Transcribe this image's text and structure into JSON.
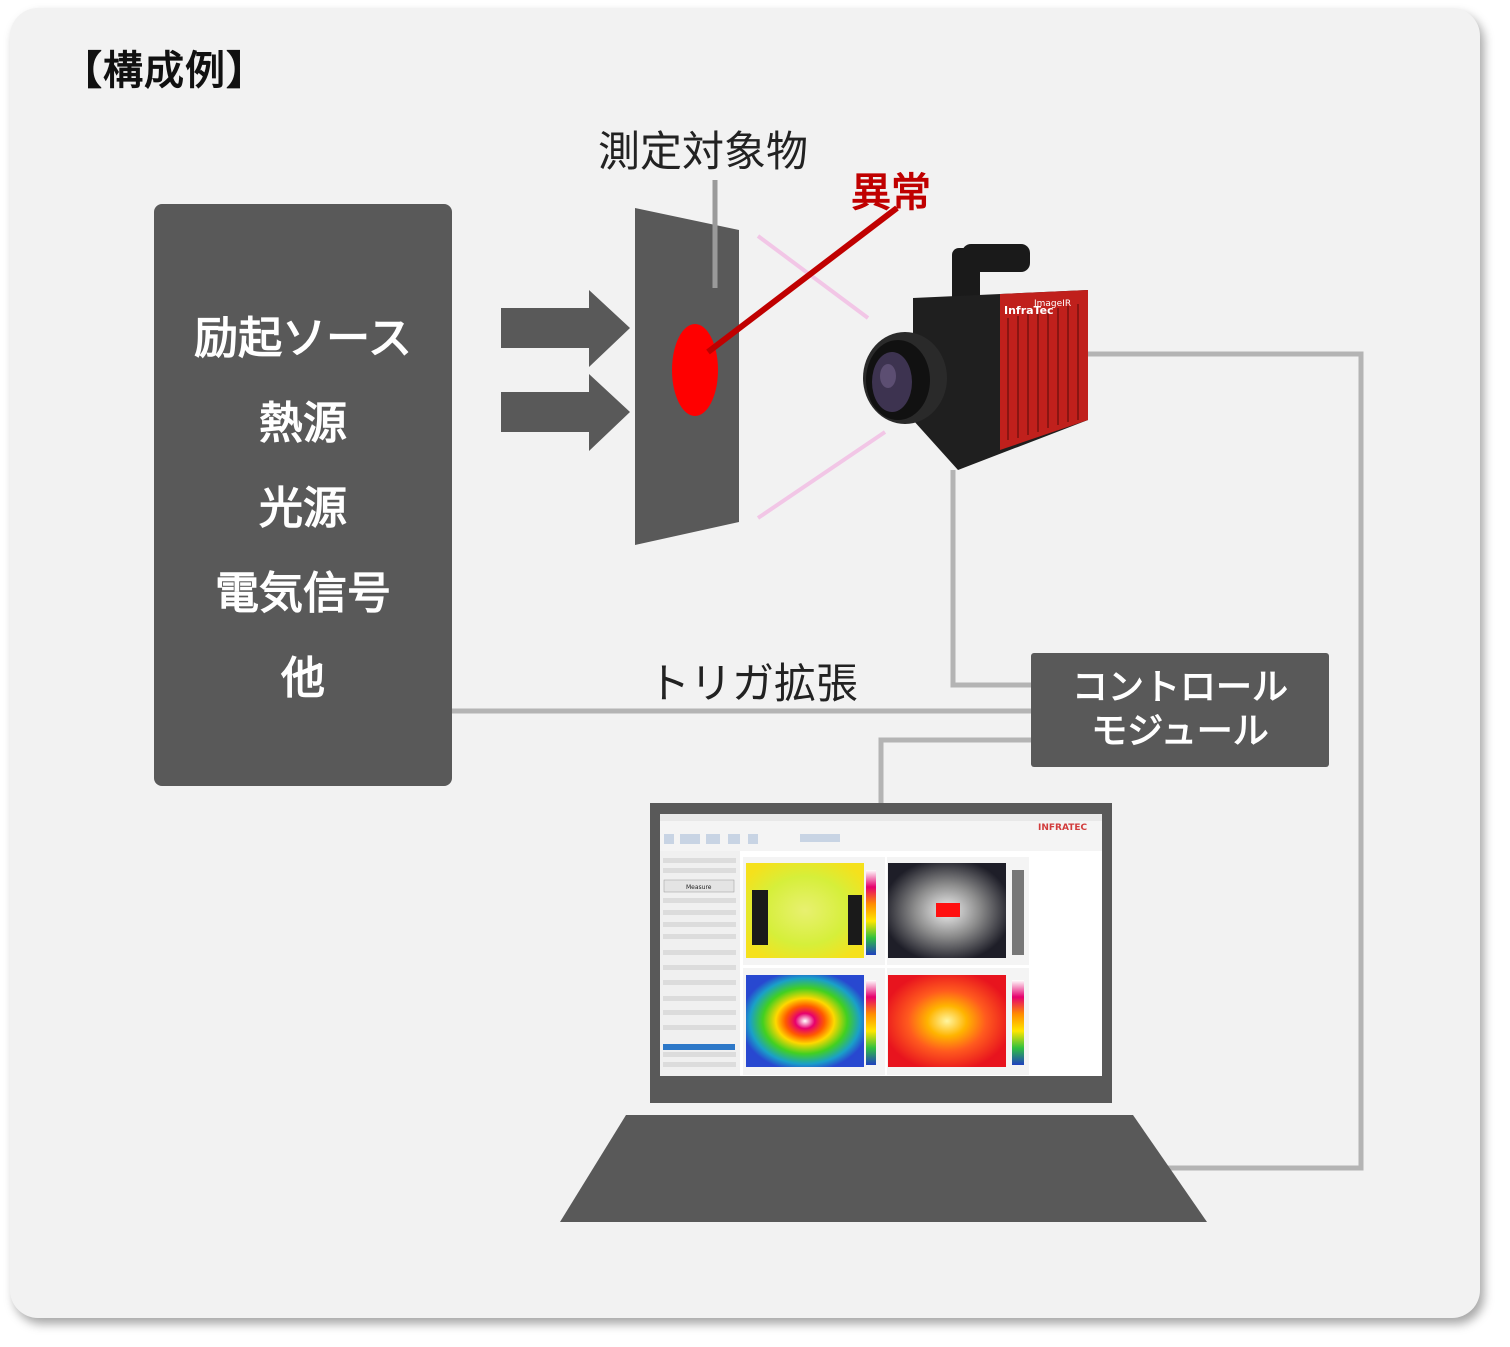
{
  "title": "【構成例】",
  "source_box": {
    "lines": [
      "励起ソース",
      "熱源",
      "光源",
      "電気信号",
      "他"
    ]
  },
  "labels": {
    "measured_object": "測定対象物",
    "anomaly": "異常",
    "trigger": "トリガ拡張"
  },
  "control_module": {
    "lines": [
      "コントロール",
      "モジュール"
    ]
  },
  "camera": {
    "brand": "InfraTec",
    "model": "ImageIR"
  },
  "software": {
    "logo": "INFRATEC",
    "measure_button": "Measure"
  },
  "colors": {
    "box_fill": "#595959",
    "anomaly": "#c00000",
    "spot": "#ff0000",
    "camera_body": "#c0201c",
    "cable": "#b4b4b4",
    "fov_lines": "#f2c6e6"
  }
}
